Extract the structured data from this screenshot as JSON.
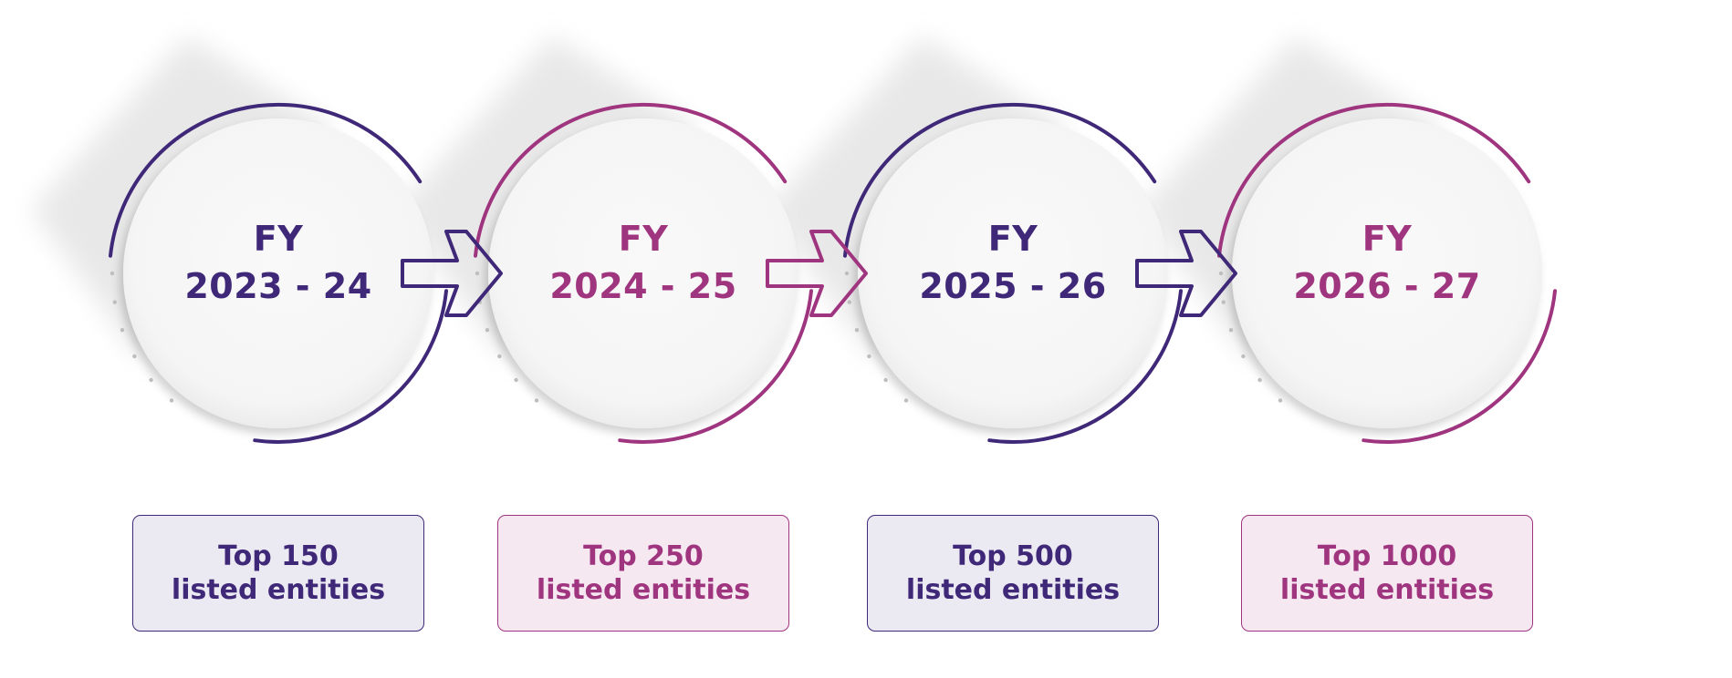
{
  "colors": {
    "purple": "#3f2878",
    "magenta": "#a0357f",
    "circle_fill": "#f6f6f6",
    "purple_box_fill": "#ebe9f1",
    "magenta_box_fill": "#f6e8f1"
  },
  "icons": [
    "arrow-right-icon"
  ],
  "stages": [
    {
      "fy": "FY",
      "period": "2023 - 24",
      "target_line1": "Top 150",
      "target_line2": "listed entities",
      "accent": "purple"
    },
    {
      "fy": "FY",
      "period": "2024 - 25",
      "target_line1": "Top 250",
      "target_line2": "listed entities",
      "accent": "magenta"
    },
    {
      "fy": "FY",
      "period": "2025 - 26",
      "target_line1": "Top 500",
      "target_line2": "listed entities",
      "accent": "purple"
    },
    {
      "fy": "FY",
      "period": "2026 - 27",
      "target_line1": "Top 1000",
      "target_line2": "listed entities",
      "accent": "magenta"
    }
  ]
}
